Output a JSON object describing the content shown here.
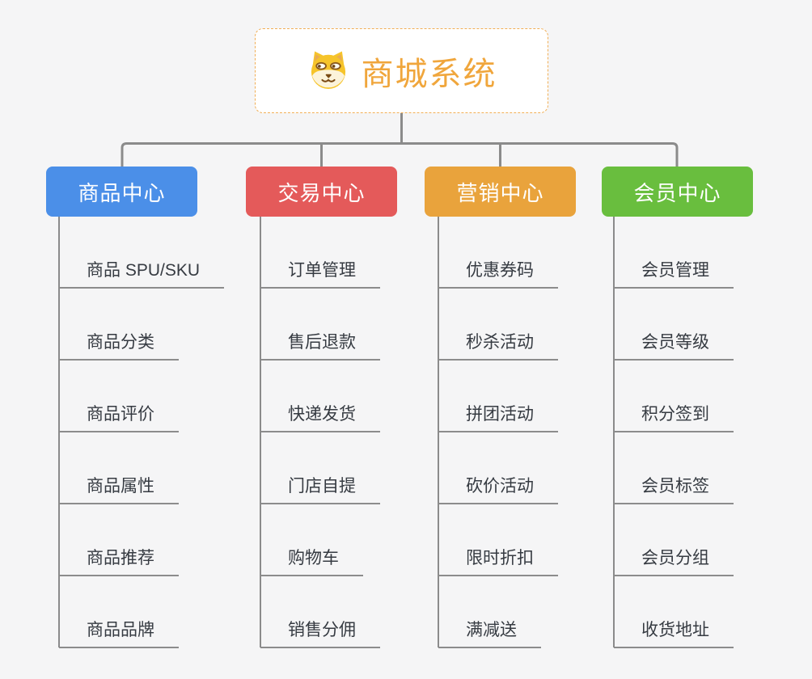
{
  "canvas": {
    "background": "#f5f5f6",
    "connector_color": "#8b8b8b",
    "underline_color": "#8c8c8c",
    "child_text_color": "#363b42"
  },
  "root": {
    "label": "商城系统",
    "icon": "doge-face-icon",
    "text_color": "#f0a63c",
    "border_color": "#f1ae55",
    "background": "#ffffff"
  },
  "branches": [
    {
      "label": "商品中心",
      "color": "#4b8fe8",
      "children": [
        "商品 SPU/SKU",
        "商品分类",
        "商品评价",
        "商品属性",
        "商品推荐",
        "商品品牌"
      ]
    },
    {
      "label": "交易中心",
      "color": "#e45a5a",
      "children": [
        "订单管理",
        "售后退款",
        "快递发货",
        "门店自提",
        "购物车",
        "销售分佣"
      ]
    },
    {
      "label": "营销中心",
      "color": "#e9a33c",
      "children": [
        "优惠券码",
        "秒杀活动",
        "拼团活动",
        "砍价活动",
        "限时折扣",
        "满减送"
      ]
    },
    {
      "label": "会员中心",
      "color": "#69be3e",
      "children": [
        "会员管理",
        "会员等级",
        "积分签到",
        "会员标签",
        "会员分组",
        "收货地址"
      ]
    }
  ]
}
